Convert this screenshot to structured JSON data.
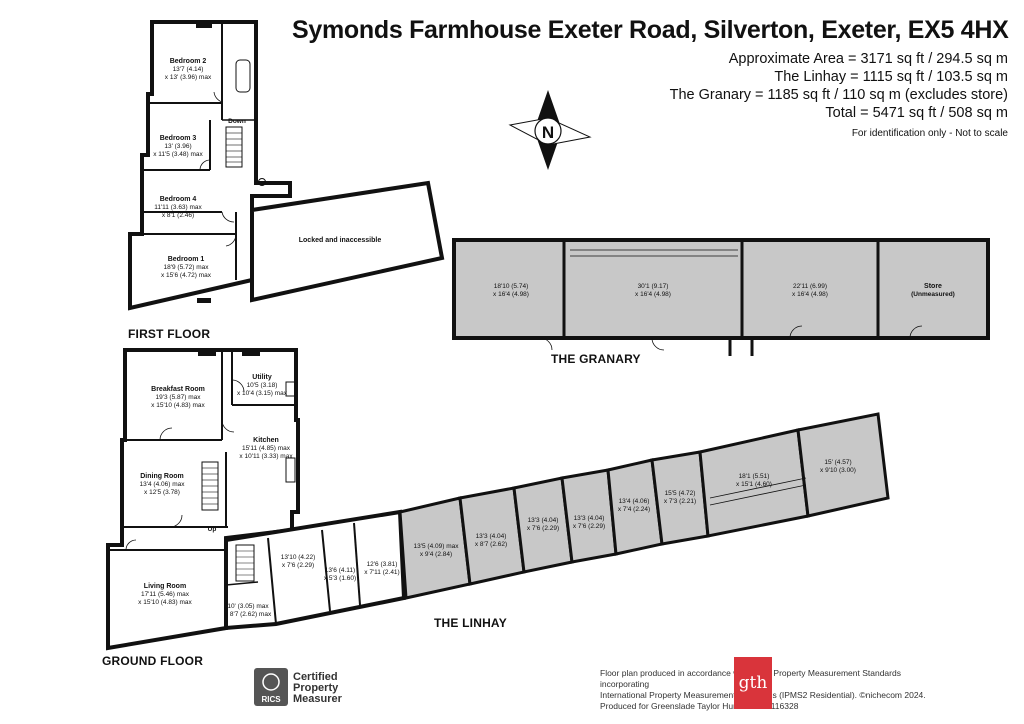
{
  "title": "Symonds Farmhouse Exeter Road, Silverton, Exeter, EX5 4HX",
  "areas": [
    "Approximate Area = 3171 sq ft / 294.5 sq m",
    "The Linhay = 1115 sq ft / 103.5 sq m",
    "The Granary = 1185 sq ft / 110 sq m (excludes store)",
    "Total = 5471 sq ft / 508 sq m"
  ],
  "identification": "For identification only - Not to scale",
  "compass": "N",
  "sections": {
    "first_floor": "FIRST FLOOR",
    "ground_floor": "GROUND FLOOR",
    "granary": "THE GRANARY",
    "linhay": "THE LINHAY"
  },
  "first_floor": {
    "bedroom2": {
      "name": "Bedroom 2",
      "d1": "13'7 (4.14)",
      "d2": "x 13' (3.96) max"
    },
    "bedroom3": {
      "name": "Bedroom 3",
      "d1": "13' (3.96)",
      "d2": "x 11'5 (3.48) max"
    },
    "bedroom4": {
      "name": "Bedroom 4",
      "d1": "11'11 (3.63) max",
      "d2": "x 8'1 (2.46)"
    },
    "bedroom1": {
      "name": "Bedroom 1",
      "d1": "18'9 (5.72) max",
      "d2": "x 15'6 (4.72) max"
    },
    "down": "Down",
    "locked": "Locked and inaccessible"
  },
  "ground_floor": {
    "breakfast": {
      "name": "Breakfast Room",
      "d1": "19'3 (5.87) max",
      "d2": "x 15'10 (4.83) max"
    },
    "utility": {
      "name": "Utility",
      "d1": "10'5 (3.18)",
      "d2": "x 10'4 (3.15) max"
    },
    "kitchen": {
      "name": "Kitchen",
      "d1": "15'11 (4.85) max",
      "d2": "x 10'11 (3.33) max"
    },
    "dining": {
      "name": "Dining Room",
      "d1": "13'4 (4.06) max",
      "d2": "x 12'5 (3.78)"
    },
    "living": {
      "name": "Living Room",
      "d1": "17'11 (5.46) max",
      "d2": "x 15'10 (4.83) max"
    },
    "up": "Up",
    "room_a": {
      "d1": "10' (3.05) max",
      "d2": "x 8'7 (2.62) max"
    },
    "room_b": {
      "d1": "13'10 (4.22)",
      "d2": "x 7'6 (2.29)"
    },
    "room_c": {
      "d1": "13'6 (4.11)",
      "d2": "x 5'3 (1.60)"
    },
    "room_d": {
      "d1": "12'6 (3.81)",
      "d2": "x 7'11 (2.41)"
    }
  },
  "granary": {
    "r1": {
      "d1": "18'10 (5.74)",
      "d2": "x 16'4 (4.98)"
    },
    "r2": {
      "d1": "30'1 (9.17)",
      "d2": "x 16'4 (4.98)"
    },
    "r3": {
      "d1": "22'11 (6.99)",
      "d2": "x 16'4 (4.98)"
    },
    "store": {
      "name": "Store",
      "sub": "(Unmeasured)"
    }
  },
  "linhay": {
    "b1": {
      "d1": "13'5 (4.09) max",
      "d2": "x 9'4 (2.84)"
    },
    "b2": {
      "d1": "13'3 (4.04)",
      "d2": "x 8'7 (2.62)"
    },
    "b3": {
      "d1": "13'3 (4.04)",
      "d2": "x 7'6 (2.29)"
    },
    "b4": {
      "d1": "13'3 (4.04)",
      "d2": "x 7'6 (2.29)"
    },
    "b5": {
      "d1": "13'4 (4.06)",
      "d2": "x 7'4 (2.24)"
    },
    "b6": {
      "d1": "15'5 (4.72)",
      "d2": "x 7'3 (2.21)"
    },
    "b7": {
      "d1": "18'1 (5.51)",
      "d2": "x 15'1 (4.60)"
    },
    "b8": {
      "d1": "15' (4.57)",
      "d2": "x 9'10 (3.00)"
    }
  },
  "rics": {
    "logo": "RICS",
    "line1": "Certified",
    "line2": "Property",
    "line3": "Measurer"
  },
  "footer": [
    "Floor plan produced in accordance with RICS Property Measurement Standards incorporating",
    "International Property Measurement Standards (IPMS2 Residential).  ©nichecom 2024.",
    "Produced for Greenslade Taylor Hunt.   REF:  1116328"
  ],
  "brand": "gth",
  "colors": {
    "wall": "#111111",
    "shaded": "#c8c8c8",
    "brand": "#d9343b"
  }
}
